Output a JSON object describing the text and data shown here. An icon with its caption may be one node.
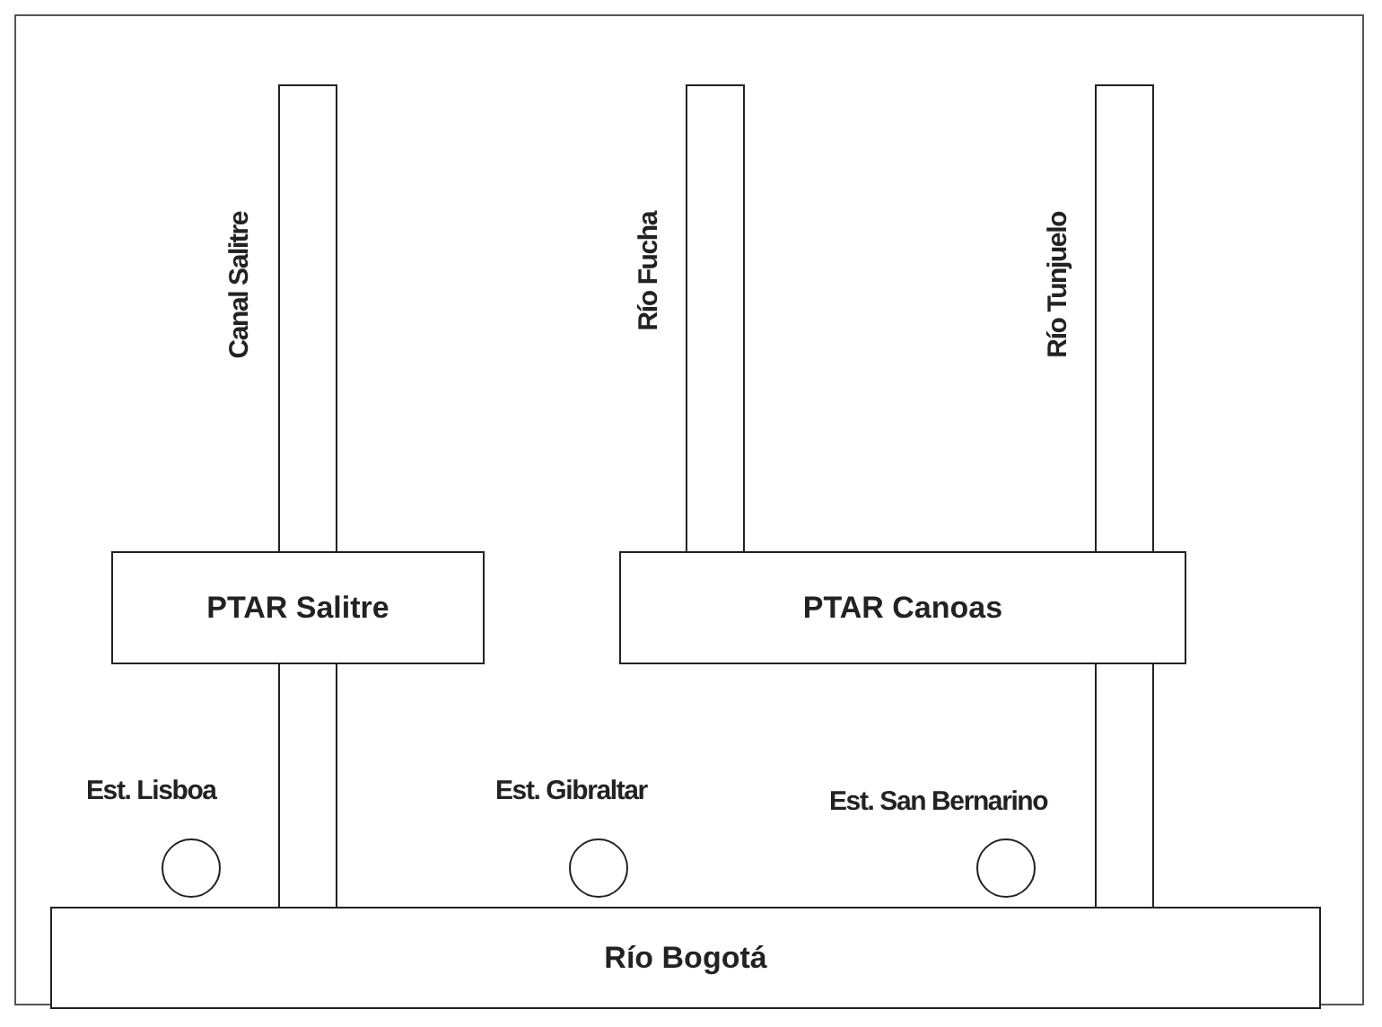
{
  "diagram": {
    "nodes": [
      {
        "text": [],
        "shape": "bar",
        "beside": [
          "Canal Salitre"
        ]
      },
      {
        "text": [],
        "shape": "bar",
        "beside": [
          "Río Fucha"
        ]
      },
      {
        "text": [],
        "shape": "bar",
        "beside": [
          "Río Tunjuelo"
        ]
      },
      {
        "text": [
          "PTAR Salitre"
        ]
      },
      {
        "text": [
          "PTAR Canoas"
        ]
      },
      {
        "text": [],
        "shape": "circle",
        "beside": [
          "Est. Lisboa"
        ]
      },
      {
        "text": [],
        "shape": "bar"
      },
      {
        "text": [],
        "shape": "circle",
        "beside": [
          "Est. Gibraltar"
        ]
      },
      {
        "text": [],
        "shape": "circle",
        "beside": [
          "Est. San Bernarino"
        ]
      },
      {
        "text": [],
        "shape": "bar"
      },
      {
        "text": [
          "Río Bogotá"
        ]
      }
    ]
  }
}
